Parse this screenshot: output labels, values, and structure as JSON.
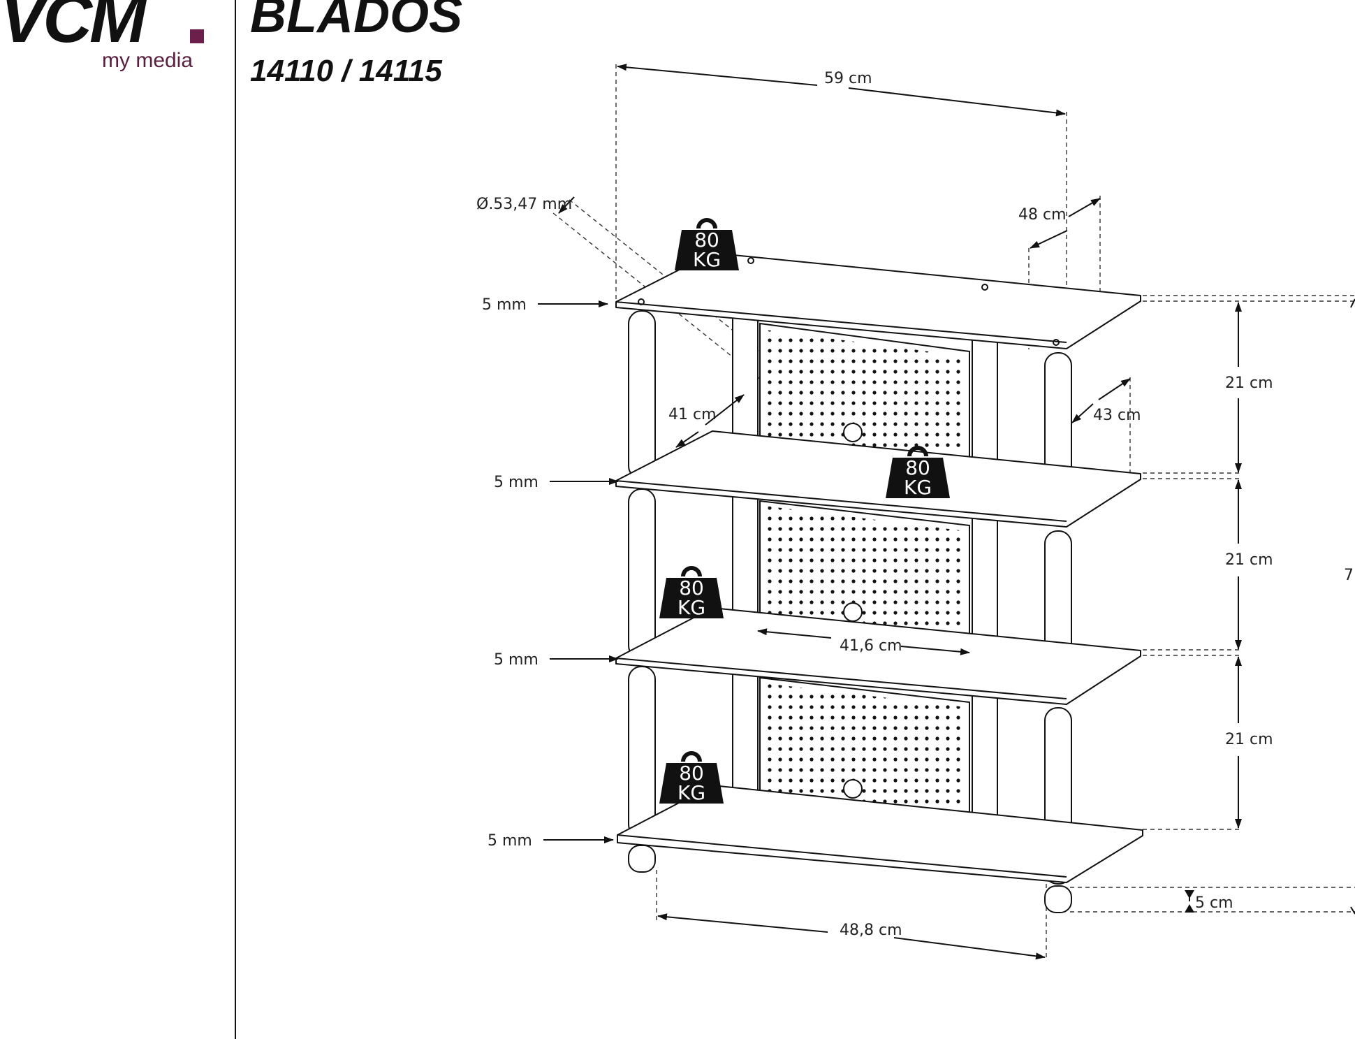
{
  "brand": {
    "logo": "VCM",
    "dot_color": "#6b1f4a",
    "tagline": "my media"
  },
  "product": {
    "name": "BLADOS",
    "models": "14110 / 14115"
  },
  "dimensions": {
    "total_width": "59 cm",
    "total_depth": "48 cm",
    "glass_thickness": "5 mm",
    "post_diameter": "Ø.53,47 mm",
    "inner_depth_left": "41 cm",
    "inner_depth_right": "43 cm",
    "panel_width": "41,6 cm",
    "shelf_spacing": "21 cm",
    "foot_height": "5 cm",
    "post_spacing": "48,8 cm",
    "total_height_partial": "7"
  },
  "load": {
    "value": "80",
    "unit": "KG",
    "color": "#111111"
  },
  "icons": [
    "weight-icon",
    "arrow-icon"
  ]
}
